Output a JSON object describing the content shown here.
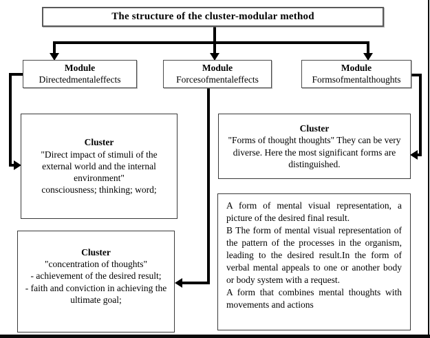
{
  "title": "The structure of the cluster-modular method",
  "modules": [
    {
      "header": "Module",
      "label": "Directedmentaleffects"
    },
    {
      "header": "Module",
      "label": "Forcesofmentaleffects"
    },
    {
      "header": "Module",
      "label": "Formsofmentalthoughts"
    }
  ],
  "clusters": {
    "direct_impact": {
      "header": "Cluster",
      "quote": "\"Direct impact of stimuli of the external world and the internal environment\"",
      "items": "consciousness; thinking; word;"
    },
    "concentration": {
      "header": "Cluster",
      "quote": "\"concentration of thoughts\"",
      "items": [
        "- achievement of the desired result;",
        "- faith and conviction in achieving the ultimate goal;"
      ]
    },
    "forms_of_thought": {
      "header": "Cluster",
      "text": "\"Forms of thought thoughts\" They can be very diverse. Here the most significant forms are distinguished."
    }
  },
  "forms_detail": {
    "p1": "A form of mental visual representation, a picture of the desired final result.",
    "p2": "B The form of mental visual representation of the pattern of the processes in the organism, leading to the desired result.In the form of verbal mental appeals to one or another body or body system with a request.",
    "p3": "A form that combines mental thoughts with movements and actions"
  },
  "colors": {
    "background": "#ffffff",
    "line": "#000000",
    "box_border": "#4a4a4a",
    "frame": "#0a0a0a"
  }
}
